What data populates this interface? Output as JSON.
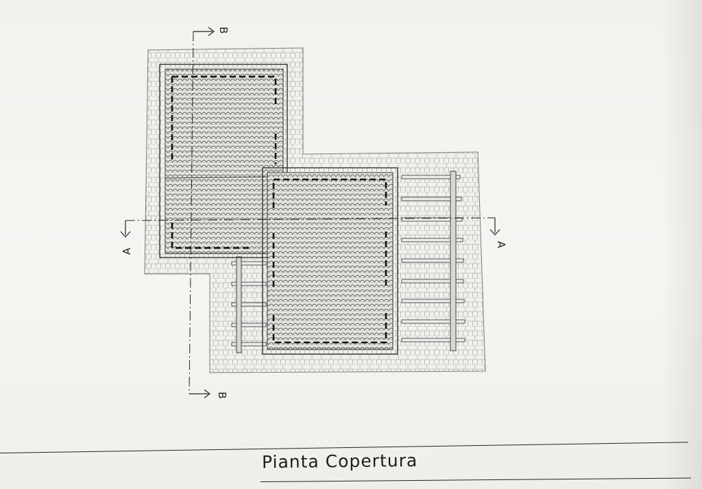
{
  "drawing": {
    "title": "Pianta Copertura",
    "sections": {
      "a_label": "A",
      "b_label": "B"
    }
  },
  "colors": {
    "paper": "#f3f3f0",
    "ink": "#222222",
    "tile_fill": "#d9d9d6"
  }
}
